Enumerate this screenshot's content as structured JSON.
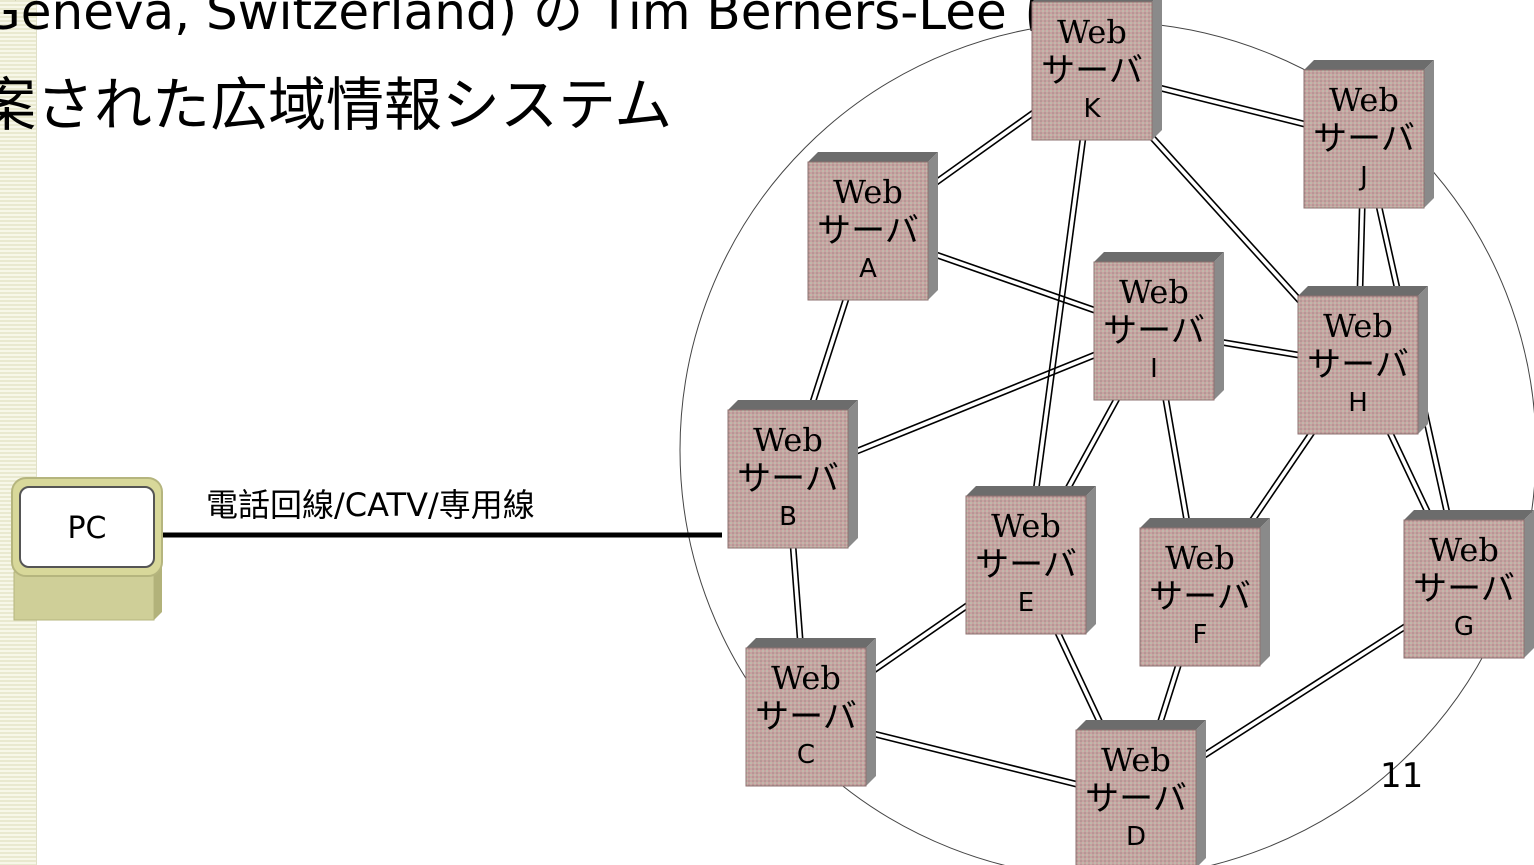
{
  "slide": {
    "title_line_1": "Geneva, Switzerland) の Tim Berners-Lee に",
    "title_line_2": "案された広域情報システム",
    "page_number": "11"
  },
  "pc": {
    "label": "PC"
  },
  "connection": {
    "label": "電話回線/CATV/専用線"
  },
  "server_web_text": "Web",
  "server_type_text": "サーバ",
  "servers": [
    {
      "id": "A"
    },
    {
      "id": "B"
    },
    {
      "id": "C"
    },
    {
      "id": "D"
    },
    {
      "id": "E"
    },
    {
      "id": "F"
    },
    {
      "id": "G"
    },
    {
      "id": "H"
    },
    {
      "id": "I"
    },
    {
      "id": "J"
    },
    {
      "id": "K"
    }
  ],
  "links": [
    [
      "A",
      "K"
    ],
    [
      "A",
      "I"
    ],
    [
      "A",
      "B"
    ],
    [
      "B",
      "I"
    ],
    [
      "B",
      "C"
    ],
    [
      "C",
      "E"
    ],
    [
      "C",
      "D"
    ],
    [
      "D",
      "E"
    ],
    [
      "D",
      "F"
    ],
    [
      "D",
      "G"
    ],
    [
      "E",
      "I"
    ],
    [
      "E",
      "K"
    ],
    [
      "F",
      "I"
    ],
    [
      "F",
      "H"
    ],
    [
      "G",
      "H"
    ],
    [
      "G",
      "J"
    ],
    [
      "H",
      "I"
    ],
    [
      "H",
      "K"
    ],
    [
      "H",
      "J"
    ],
    [
      "J",
      "K"
    ]
  ],
  "colors": {
    "server_face": "#c4a09e",
    "server_top": "#6c6c6c",
    "server_side": "#8a8a8a",
    "pc_monitor": "#d8d89a",
    "pc_base": "#cfcf98"
  }
}
